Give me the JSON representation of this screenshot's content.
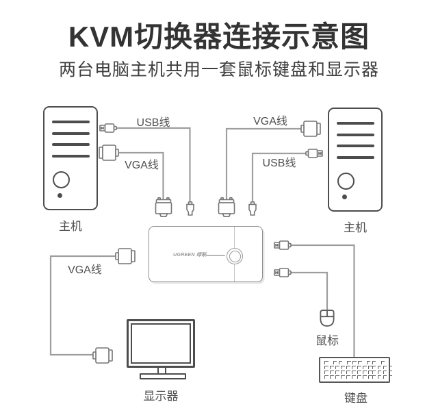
{
  "page": {
    "title": "KVM切换器连接示意图",
    "subtitle": "两台电脑主机共用一套鼠标键盘和显示器"
  },
  "devices": {
    "host_left": {
      "label": "主机"
    },
    "host_right": {
      "label": "主机"
    },
    "kvm_switch": {
      "brand": "UGREEN 绿联"
    },
    "monitor": {
      "label": "显示器"
    },
    "mouse": {
      "label": "鼠标"
    },
    "keyboard": {
      "label": "键盘"
    }
  },
  "cable_labels": {
    "host_left_usb": "USB线",
    "host_left_vga": "VGA线",
    "host_right_vga": "VGA线",
    "host_right_usb": "USB线",
    "monitor_vga": "VGA线"
  },
  "colors": {
    "title": "#333333",
    "text": "#4f4f4f",
    "outline": "#4d4d4d",
    "cable": "#9e9e9e",
    "connector": "#757575"
  }
}
